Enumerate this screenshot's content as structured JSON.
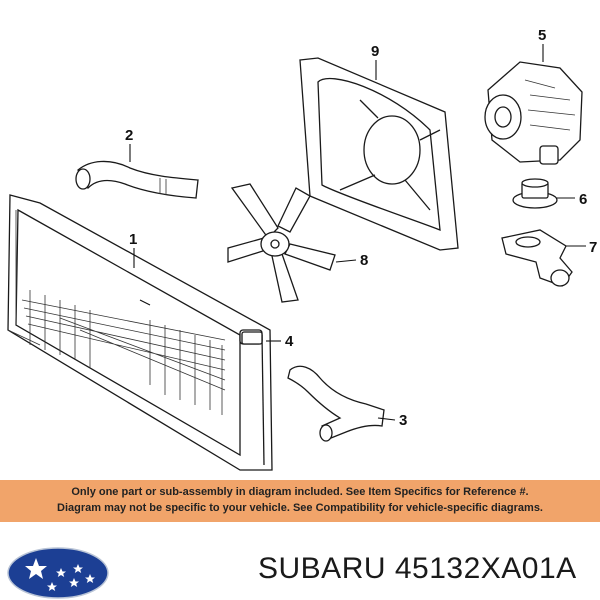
{
  "callouts": [
    {
      "id": "callout-1",
      "label": "1"
    },
    {
      "id": "callout-2",
      "label": "2"
    },
    {
      "id": "callout-3",
      "label": "3"
    },
    {
      "id": "callout-4",
      "label": "4"
    },
    {
      "id": "callout-5",
      "label": "5"
    },
    {
      "id": "callout-6",
      "label": "6"
    },
    {
      "id": "callout-7",
      "label": "7"
    },
    {
      "id": "callout-8",
      "label": "8"
    },
    {
      "id": "callout-9",
      "label": "9"
    }
  ],
  "disclaimer": {
    "line1": "Only one part or sub-assembly in diagram included. See Item Specifics for Reference #.",
    "line2": "Diagram may not be specific to your vehicle. See Compatibility for vehicle-specific diagrams.",
    "background": "#f1a46a"
  },
  "footer": {
    "part_number": "SUBARU 45132XA01A",
    "logo_icon": "subaru-logo-icon",
    "logo_color": "#1c3f94"
  }
}
